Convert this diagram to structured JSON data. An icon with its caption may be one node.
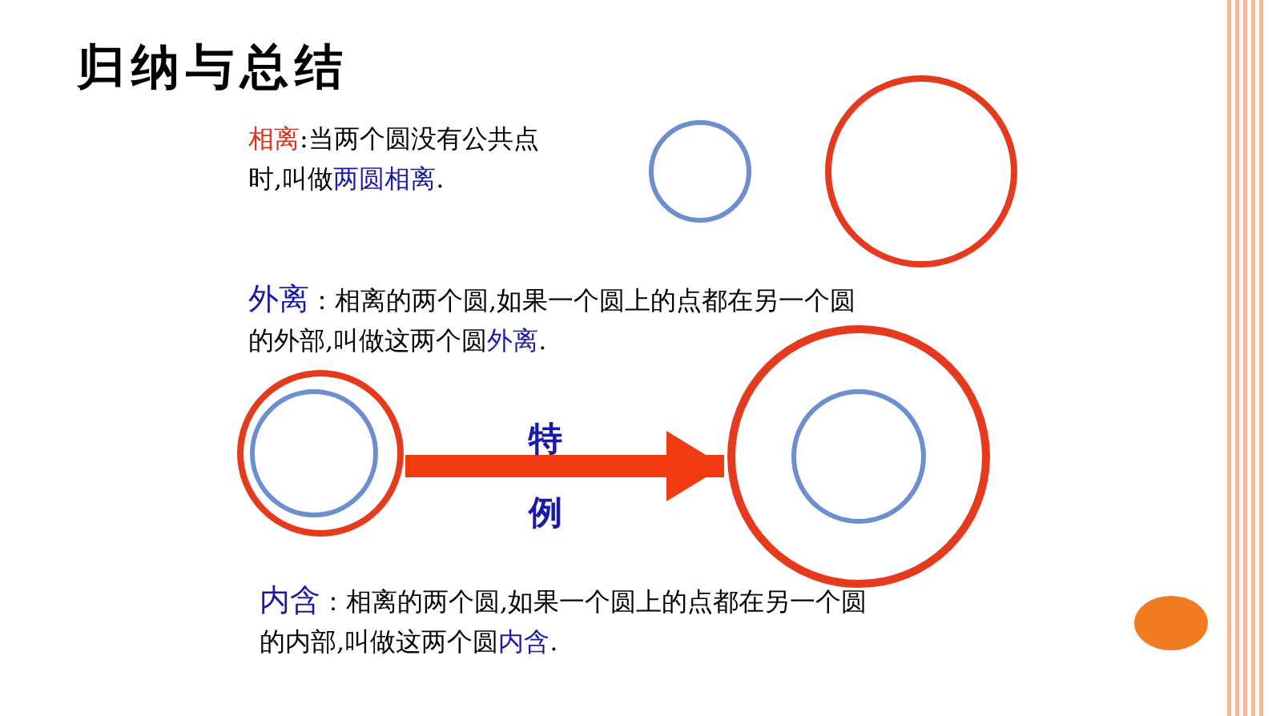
{
  "diagram": {
    "title": "归纳与总结",
    "nodes": [
      {
        "text": [],
        "shape": "circle"
      },
      {
        "text": [],
        "shape": "circle"
      },
      {
        "text": [],
        "shape": "circle"
      },
      {
        "text": [],
        "shape": "circle",
        "in": 2
      },
      {
        "text": [],
        "shape": "circle"
      },
      {
        "text": [],
        "shape": "circle",
        "in": 4
      }
    ],
    "edges": [
      {
        "from": 2,
        "to": 4,
        "arrow": "to"
      }
    ],
    "labels": [
      "**相离**:当两个圆没有公共点时,叫做**两圆相离**.",
      "**外离**：相离的两个圆,如果一个圆上的点都在另一个圆的外部,叫做这两个圆**外离**.",
      "特",
      "例",
      "**内含**：相离的两个圆,如果一个圆上的点都在另一个圆的内部,叫做这两个圆**内含**."
    ]
  }
}
